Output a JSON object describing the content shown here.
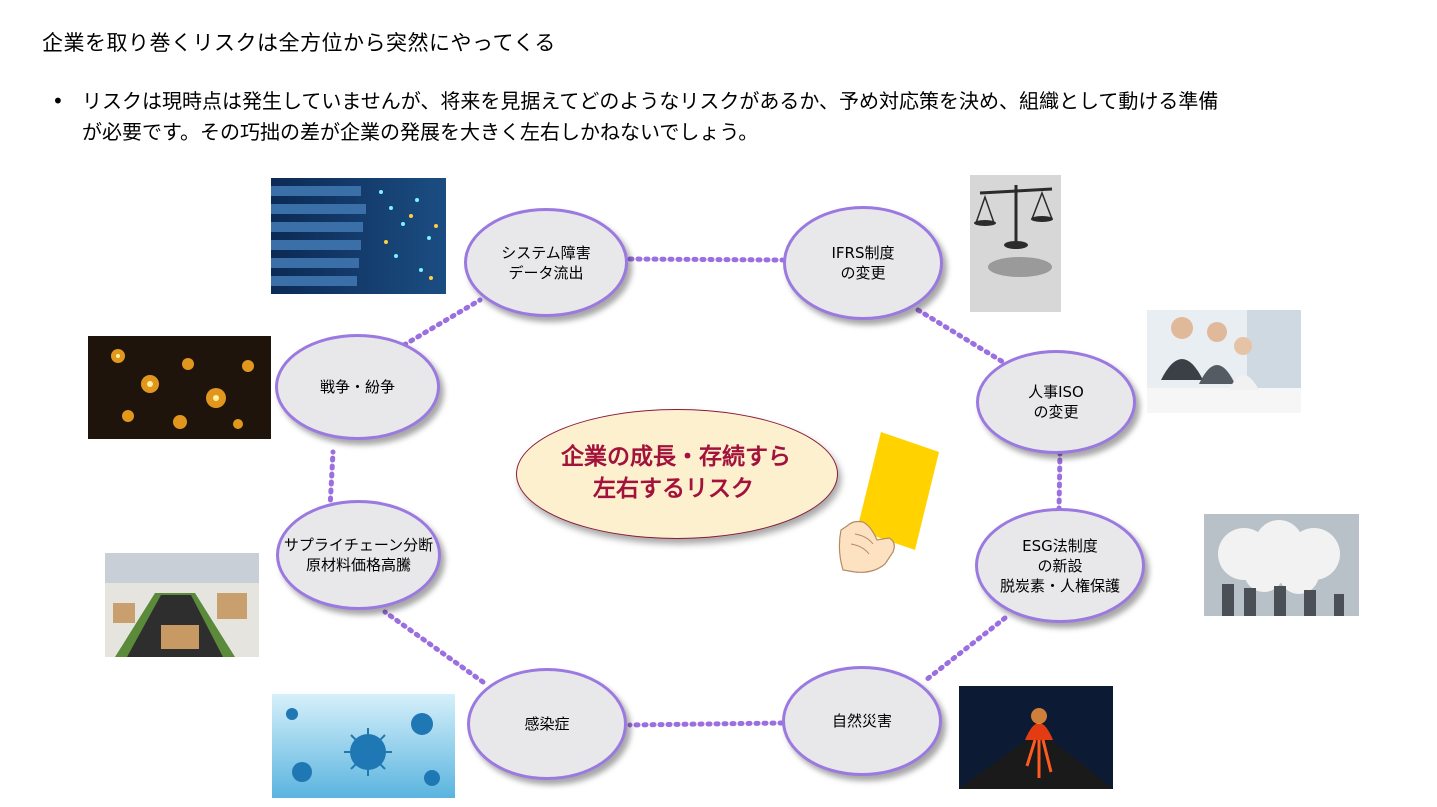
{
  "slide": {
    "title": "企業を取り巻くリスクは全方位から突然にやってくる",
    "bullet_marker": "•",
    "bullet_text": "リスクは現時点は発生していませんが、将来を見据えてどのようなリスクがあるか、予め対応策を決め、組織として動ける準備が必要です。その巧拙の差が企業の発展を大きく左右しかねないでしょう。"
  },
  "center": {
    "line1": "企業の成長・存続すら",
    "line2": "左右するリスク"
  },
  "risks": {
    "system": "システム障害\nデータ流出",
    "ifrs": "IFRS制度\nの変更",
    "hr": "人事ISO\nの変更",
    "esg": "ESG法制度\nの新設\n脱炭素・人権保護",
    "disaster": "自然災害",
    "infection": "感染症",
    "supply": "サプライチェーン分断\n原材料価格高騰",
    "war": "戦争・紛争"
  },
  "colors": {
    "node_border": "#9b79e0",
    "node_fill": "#e8e8ea",
    "connector": "#9b6fe0",
    "center_fill": "#fdf0cf",
    "center_text": "#a3123b",
    "yellow_card": "#ffd200"
  },
  "icons": {
    "cycle_connector": "dotted-line",
    "warning": "yellow-card-hand-icon"
  }
}
